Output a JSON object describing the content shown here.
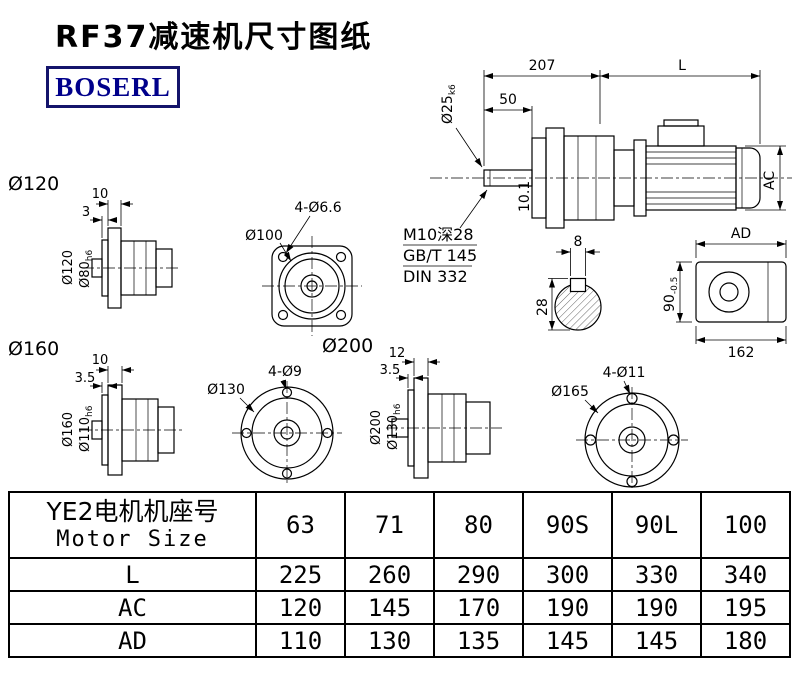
{
  "page": {
    "title": "RF37减速机尺寸图纸",
    "logo": "BOSERL"
  },
  "colors": {
    "logo_border": "#14146b",
    "logo_text": "#00008b",
    "line": "#000000",
    "background": "#ffffff"
  },
  "main_view": {
    "dim_207": "207",
    "dim_L": "L",
    "dim_50": "50",
    "shaft_dia_main": "Ø25",
    "shaft_dia_sub": "k6",
    "dim_10_1": "10.1",
    "dim_AC": "AC",
    "note_tap": "M10深28",
    "note_gb": "GB/T 145",
    "note_din": "DIN 332"
  },
  "key_section": {
    "dim_width": "8",
    "dim_depth": "28"
  },
  "motor_end_view": {
    "dim_AD": "AD",
    "dim_162": "162",
    "dim_90_main": "90",
    "dim_90_tol": "-0.5"
  },
  "flange_120": {
    "section_label": "Ø120",
    "dim_10": "10",
    "dim_3": "3",
    "dia_outer": "Ø120",
    "dia_spigot_main": "Ø80",
    "dia_spigot_sub": "h6"
  },
  "square_flange": {
    "dia_label": "Ø100",
    "holes_label": "4-Ø6.6"
  },
  "flange_160": {
    "section_label": "Ø160",
    "dim_10": "10",
    "dim_3_5": "3.5",
    "dia_outer": "Ø160",
    "dia_spigot_main": "Ø110",
    "dia_spigot_sub": "h6"
  },
  "round_flange_130": {
    "dia_label": "Ø130",
    "holes_label": "4-Ø9"
  },
  "flange_200": {
    "section_label": "Ø200",
    "dim_12": "12",
    "dim_3_5": "3.5",
    "dia_outer": "Ø200",
    "dia_spigot_main": "Ø130",
    "dia_spigot_sub": "h6"
  },
  "round_flange_165": {
    "dia_label": "Ø165",
    "holes_label": "4-Ø11"
  },
  "table": {
    "header_cn": "YE2电机机座号",
    "header_en": "Motor Size",
    "sizes": [
      "63",
      "71",
      "80",
      "90S",
      "90L",
      "100"
    ],
    "rows": [
      {
        "label": "L",
        "values": [
          "225",
          "260",
          "290",
          "300",
          "330",
          "340"
        ]
      },
      {
        "label": "AC",
        "values": [
          "120",
          "145",
          "170",
          "190",
          "190",
          "195"
        ]
      },
      {
        "label": "AD",
        "values": [
          "110",
          "130",
          "135",
          "145",
          "145",
          "180"
        ]
      }
    ]
  }
}
